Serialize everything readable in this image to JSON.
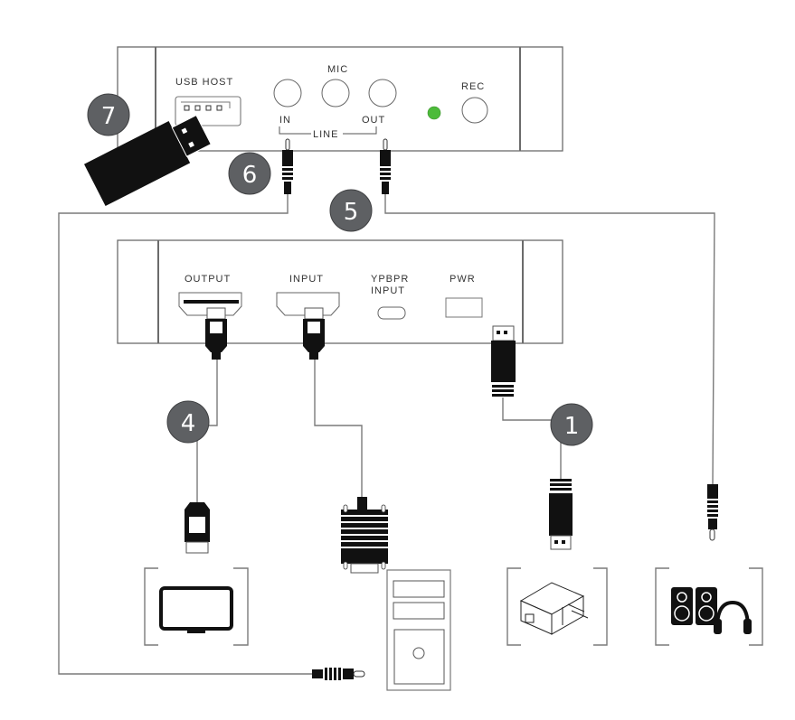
{
  "diagram": {
    "type": "connection-diagram",
    "top_device": {
      "labels": {
        "usb_host": "USB HOST",
        "mic": "MIC",
        "line_in": "IN",
        "line_out": "OUT",
        "line": "LINE",
        "rec": "REC"
      },
      "indicator_color": "#4cbb3a"
    },
    "bottom_device": {
      "labels": {
        "output": "OUTPUT",
        "input": "INPUT",
        "ypbpr_line1": "YPBPR",
        "ypbpr_line2": "INPUT",
        "pwr": "PWR"
      }
    },
    "badges": [
      {
        "number": "1",
        "meaning": "power adapter"
      },
      {
        "number": "4",
        "meaning": "HDMI output to TV"
      },
      {
        "number": "5",
        "meaning": "line out to speakers/headphones"
      },
      {
        "number": "6",
        "meaning": "line in audio cable"
      },
      {
        "number": "7",
        "meaning": "USB flash drive"
      }
    ],
    "devices": [
      "tv",
      "computer",
      "power-adapter",
      "speakers-headphones"
    ],
    "colors": {
      "badge": "#5e6063",
      "connector": "#111111",
      "wire": "#7a7a7a"
    }
  }
}
